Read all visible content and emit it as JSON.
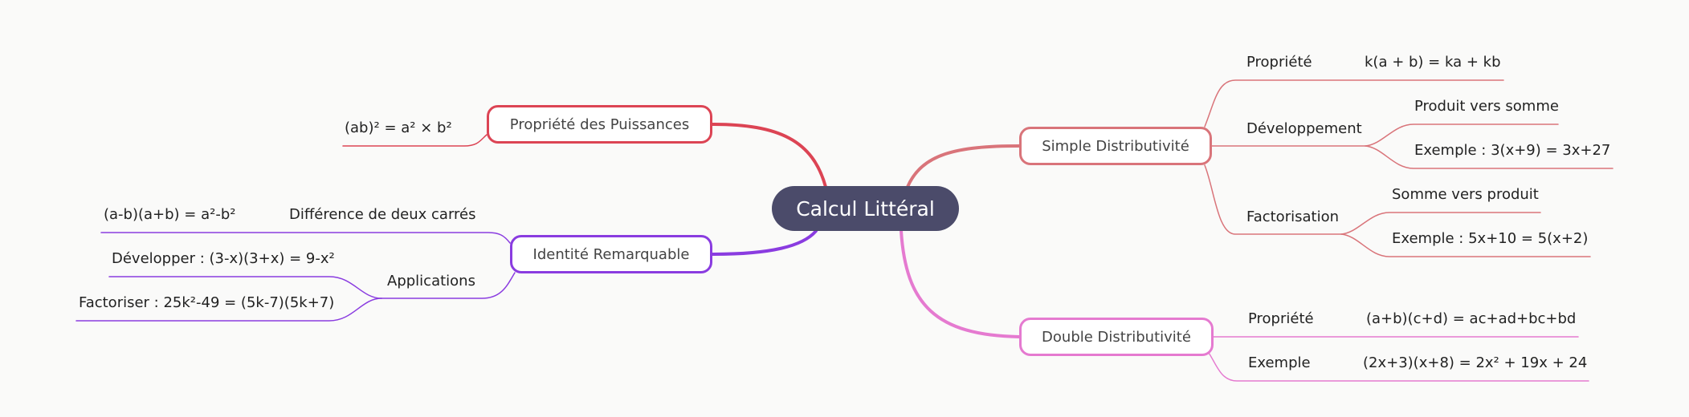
{
  "root": {
    "label": "Calcul Littéral",
    "color": "#4b4b6a"
  },
  "colors": {
    "simple": "#d9747a",
    "double": "#e57ad0",
    "puissances": "#dc4454",
    "identite": "#8a3ce0"
  },
  "simple": {
    "label": "Simple Distributivité",
    "propriete": {
      "label": "Propriété",
      "formula": "k(a + b) = ka + kb"
    },
    "developpement": {
      "label": "Développement",
      "sub": "Produit vers somme",
      "example": "Exemple : 3(x+9) = 3x+27"
    },
    "factorisation": {
      "label": "Factorisation",
      "sub": "Somme vers produit",
      "example": "Exemple : 5x+10 = 5(x+2)"
    }
  },
  "double": {
    "label": "Double Distributivité",
    "propriete": {
      "label": "Propriété",
      "formula": "(a+b)(c+d) = ac+ad+bc+bd"
    },
    "exemple": {
      "label": "Exemple",
      "formula": "(2x+3)(x+8) = 2x² + 19x + 24"
    }
  },
  "puissances": {
    "label": "Propriété des Puissances",
    "formula": "(ab)² = a² × b²"
  },
  "identite": {
    "label": "Identité Remarquable",
    "difference": {
      "label": "Différence de deux carrés",
      "formula": "(a-b)(a+b) = a²-b²"
    },
    "applications": {
      "label": "Applications",
      "develop": "Développer : (3-x)(3+x) = 9-x²",
      "factor": "Factoriser : 25k²-49 = (5k-7)(5k+7)"
    }
  }
}
